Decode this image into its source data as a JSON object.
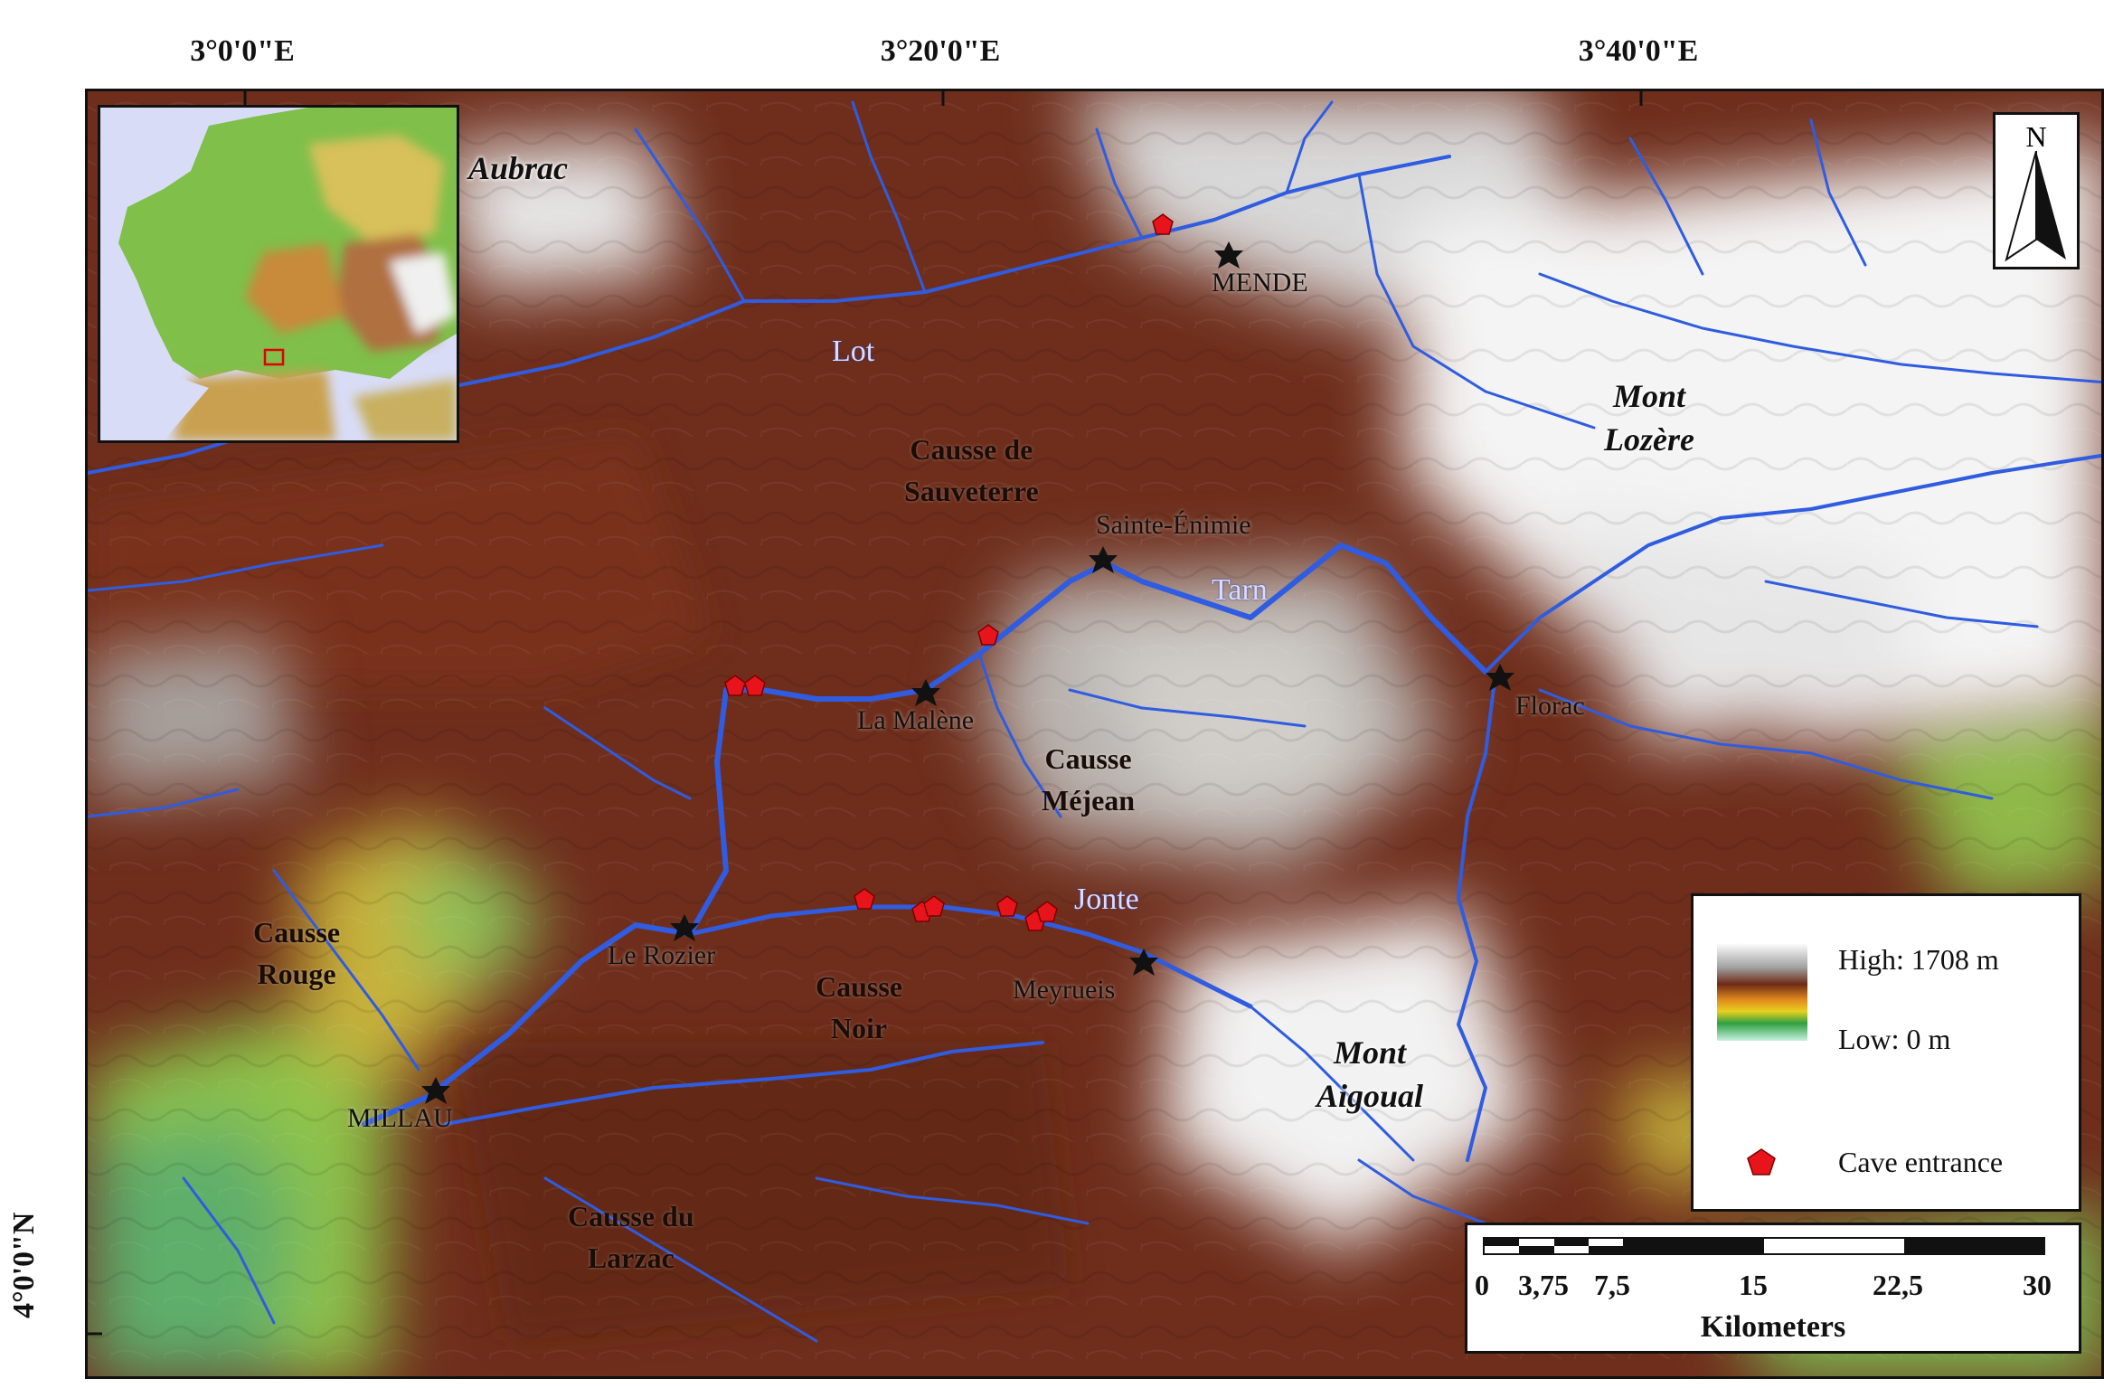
{
  "coordinates": {
    "top": [
      "3°0'0\"E",
      "3°20'0\"E",
      "3°40'0\"E"
    ],
    "left": [
      "4°0'0\"N"
    ]
  },
  "colors": {
    "river": "#2f5ce0",
    "cave_marker": "#e8141b",
    "town_marker": "#111111",
    "elevation_high": "#ffffff",
    "elevation_mid": "#7a3220",
    "elevation_low": "#d9f3e6"
  },
  "regions": {
    "causse_sauveterre": [
      "Causse de",
      "Sauveterre"
    ],
    "causse_mejean": [
      "Causse",
      "Méjean"
    ],
    "causse_rouge": [
      "Causse",
      "Rouge"
    ],
    "causse_noir": [
      "Causse",
      "Noir"
    ],
    "causse_larzac": [
      "Causse du",
      "Larzac"
    ]
  },
  "mountains": {
    "aubrac": [
      "Aubrac"
    ],
    "mont_lozere": [
      "Mont",
      "Lozère"
    ],
    "mont_aigoual": [
      "Mont",
      "Aigoual"
    ]
  },
  "towns": {
    "mende": "MENDE",
    "sainte_enimie": "Sainte-Énimie",
    "la_malene": "La Malène",
    "florac": "Florac",
    "le_rozier": "Le Rozier",
    "meyrueis": "Meyrueis",
    "millau": "MILLAU"
  },
  "rivers": {
    "lot": "Lot",
    "tarn": "Tarn",
    "jonte": "Jonte"
  },
  "north_arrow": {
    "label": "N",
    "icon": "north-arrow-icon"
  },
  "legend": {
    "high_label": "High: 1708 m",
    "low_label": "Low: 0 m",
    "cave_label": "Cave entrance"
  },
  "scale_bar": {
    "ticks": [
      "0",
      "3,75",
      "7,5",
      "15",
      "22,5",
      "30"
    ],
    "unit": "Kilometers"
  }
}
